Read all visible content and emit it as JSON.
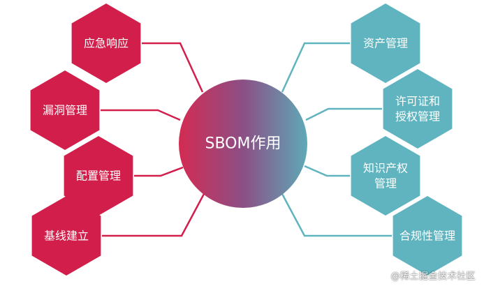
{
  "center": {
    "label": "SBOM作用"
  },
  "left_nodes": [
    {
      "lines": [
        "应急响应"
      ]
    },
    {
      "lines": [
        "漏洞管理"
      ]
    },
    {
      "lines": [
        "配置管理"
      ]
    },
    {
      "lines": [
        "基线建立"
      ]
    }
  ],
  "right_nodes": [
    {
      "lines": [
        "资产管理"
      ]
    },
    {
      "lines": [
        "许可证和",
        "授权管理"
      ]
    },
    {
      "lines": [
        "知识产权",
        "管理"
      ]
    },
    {
      "lines": [
        "合规性管理"
      ]
    }
  ],
  "watermark": "@稀土掘金技术社区",
  "colors": {
    "left": "#d21e4b",
    "right": "#5fb4bf",
    "center_from": "#d42b52",
    "center_to": "#5fa9b6"
  }
}
